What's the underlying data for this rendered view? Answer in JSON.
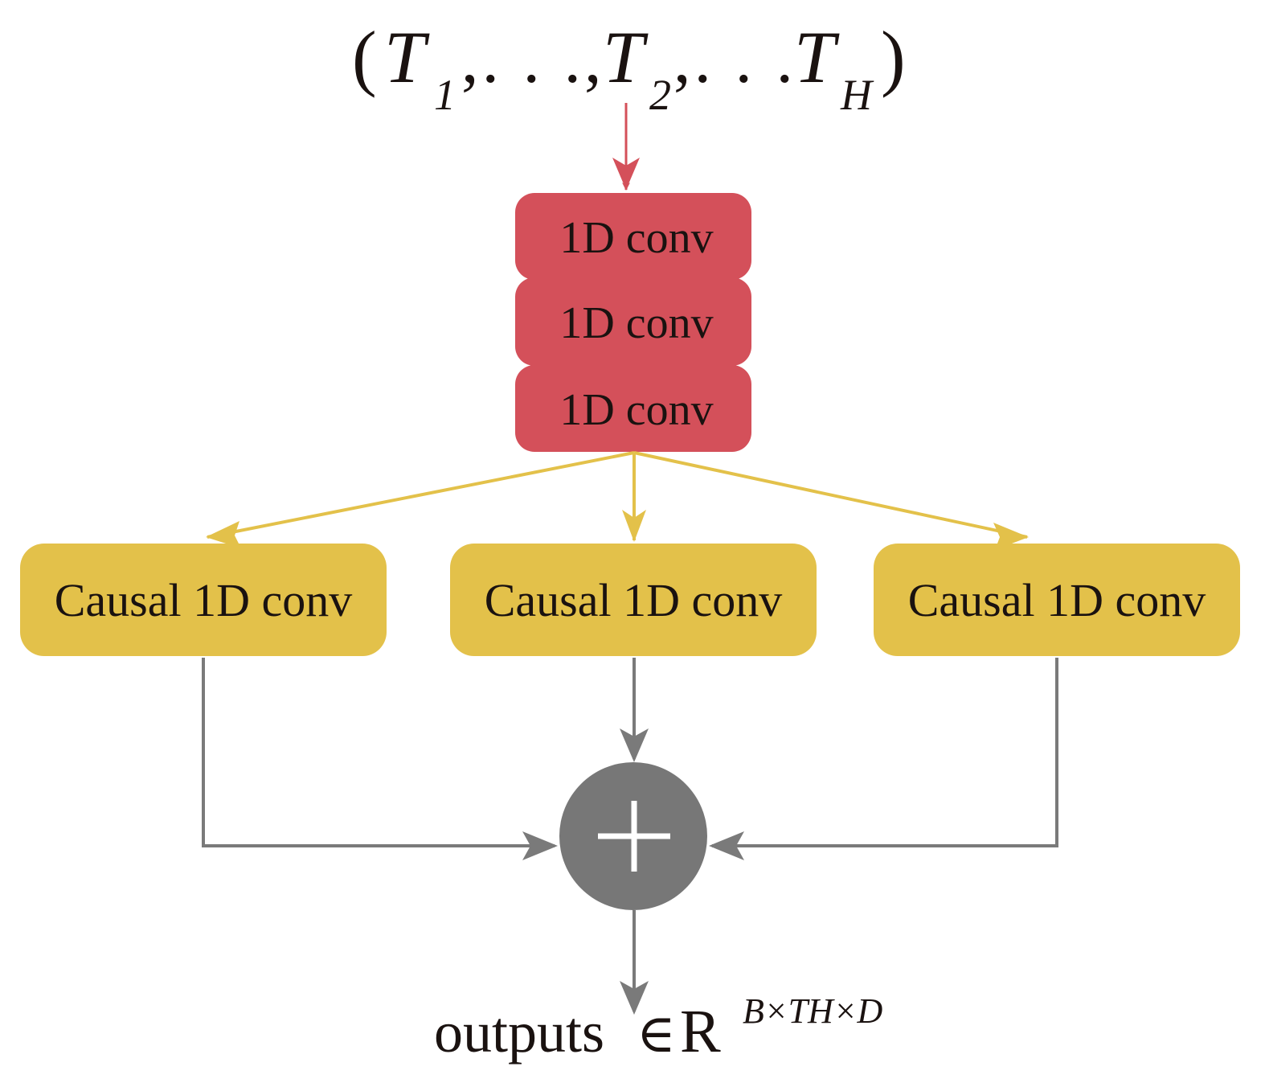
{
  "input_sequence": {
    "open_paren": "(",
    "close_paren": ")",
    "t1": "T",
    "t1_sub": "1",
    "sep1": ",. . .,",
    "t2": "T",
    "t2_sub": "2",
    "sep2": ",. . .",
    "th": "T",
    "th_sub": "H"
  },
  "conv_stack": {
    "blocks": [
      {
        "label": "1D conv"
      },
      {
        "label": "1D conv"
      },
      {
        "label": "1D conv"
      }
    ]
  },
  "causal_branches": [
    {
      "label": "Causal 1D conv"
    },
    {
      "label": "Causal 1D conv"
    },
    {
      "label": "Causal 1D conv"
    }
  ],
  "sum_node": {
    "symbol": "+"
  },
  "output": {
    "word": "outputs",
    "element_of": "∈",
    "space": "R",
    "exponent": "B×TH×D"
  },
  "colors": {
    "conv_red": "#d4505a",
    "causal_yellow": "#e3c14a",
    "arrow_red": "#d4505a",
    "arrow_yellow": "#e3c14a",
    "arrow_gray": "#7a7a7a",
    "sum_gray": "#777777",
    "text_dark": "#1a1210"
  }
}
